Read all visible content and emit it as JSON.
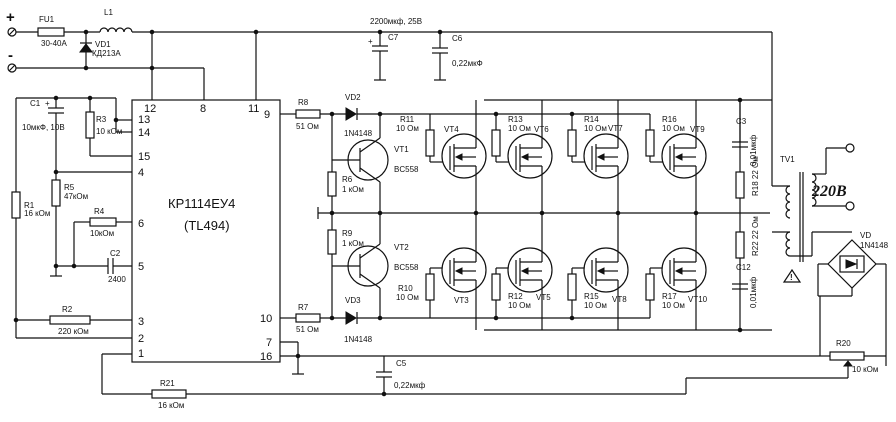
{
  "ic": {
    "name": "КР1114ЕУ4",
    "alt": "(TL494)"
  },
  "pins": {
    "p1": "1",
    "p2": "2",
    "p3": "3",
    "p4": "4",
    "p5": "5",
    "p6": "6",
    "p7": "7",
    "p8": "8",
    "p9": "9",
    "p10": "10",
    "p11": "11",
    "p12": "12",
    "p13": "13",
    "p14": "14",
    "p15": "15",
    "p16": "16"
  },
  "terminals": {
    "plus": "+",
    "minus": "-"
  },
  "fuse": {
    "ref": "FU1",
    "value": "30-40A"
  },
  "inductor": {
    "ref": "L1"
  },
  "vd1": {
    "ref": "VD1",
    "value": "КД213А"
  },
  "c7": {
    "ref": "C7",
    "value": "2200мкф, 25В"
  },
  "c6": {
    "ref": "C6",
    "value": "0,22мкФ"
  },
  "c1": {
    "ref": "C1",
    "value": "10мкФ, 10В"
  },
  "r3": {
    "ref": "R3",
    "value": "10 кОм"
  },
  "r5": {
    "ref": "R5",
    "value": "47кОм"
  },
  "r1": {
    "ref": "R1",
    "value": "16 кОм"
  },
  "r4": {
    "ref": "R4",
    "value": "10кОм"
  },
  "c2": {
    "ref": "C2",
    "value": "2400"
  },
  "r2": {
    "ref": "R2",
    "value": "220 кОм"
  },
  "r21": {
    "ref": "R21",
    "value": "16 кОм"
  },
  "r8": {
    "ref": "R8",
    "value": "51 Ом"
  },
  "r7": {
    "ref": "R7",
    "value": "51 Ом"
  },
  "vd2": {
    "ref": "VD2",
    "value": "1N4148"
  },
  "vd3": {
    "ref": "VD3",
    "value": "1N4148"
  },
  "vt1": {
    "ref": "VT1",
    "value": "BC558"
  },
  "vt2": {
    "ref": "VT2",
    "value": "BC558"
  },
  "r6": {
    "ref": "R6",
    "value": "1 кОм"
  },
  "r9": {
    "ref": "R9",
    "value": "1 кОм"
  },
  "c5": {
    "ref": "C5",
    "value": "0,22мкф"
  },
  "r11": {
    "ref": "R11",
    "value": "10 Ом"
  },
  "r13": {
    "ref": "R13",
    "value": "10 Ом"
  },
  "r14": {
    "ref": "R14",
    "value": "10 Ом"
  },
  "r16": {
    "ref": "R16",
    "value": "10 Ом"
  },
  "r10": {
    "ref": "R10",
    "value": "10 Ом"
  },
  "r12": {
    "ref": "R12",
    "value": "10 Ом"
  },
  "r15": {
    "ref": "R15",
    "value": "10 Ом"
  },
  "r17": {
    "ref": "R17",
    "value": "10 Ом"
  },
  "fets_top": [
    "VT4",
    "VT6",
    "VT7",
    "VT9"
  ],
  "fets_bot": [
    "VT3",
    "VT5",
    "VT8",
    "VT10"
  ],
  "c3": {
    "ref": "C3",
    "value": "0,01мкф"
  },
  "c12": {
    "ref": "C12",
    "value": "0,01мкф"
  },
  "r18": {
    "ref": "R18",
    "value": "22 Ом"
  },
  "r22": {
    "ref": "R22",
    "value": "22 Ом"
  },
  "tv1": {
    "ref": "TV1"
  },
  "output": {
    "voltage": "220В"
  },
  "vd": {
    "ref": "VD",
    "value": "1N4148"
  },
  "r20": {
    "ref": "R20",
    "value": "10 кОм"
  }
}
